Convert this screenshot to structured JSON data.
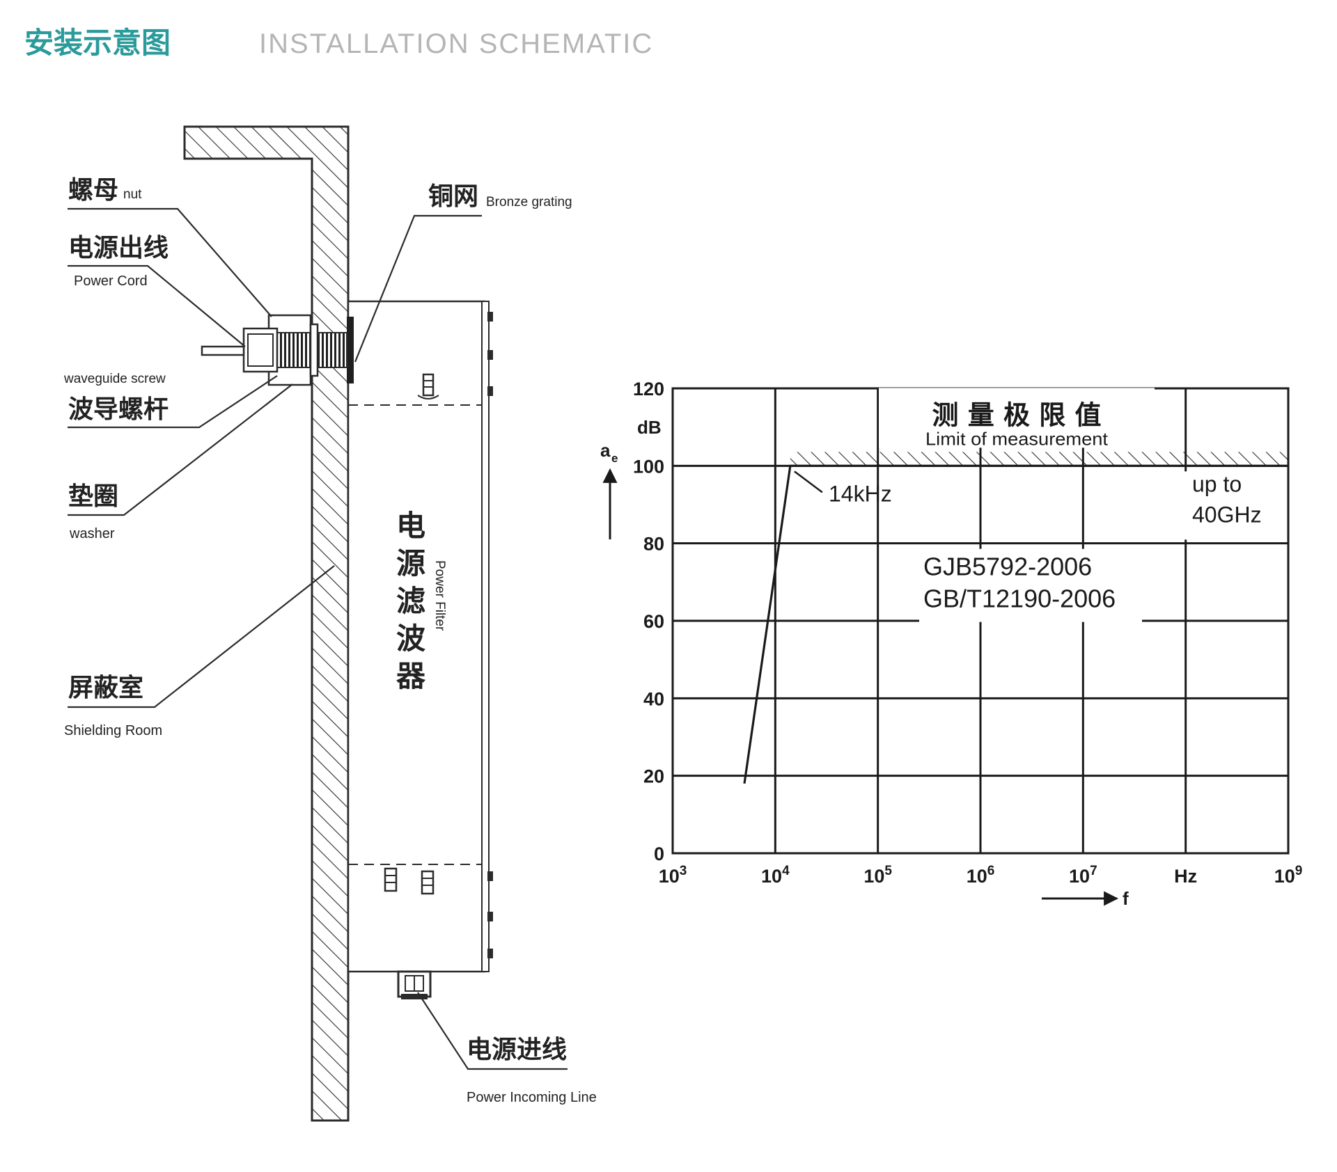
{
  "header": {
    "title_cn": "安装示意图",
    "title_en": "INSTALLATION SCHEMATIC",
    "accent_color": "#2a9a9a",
    "subtitle_color": "#b5b5b5"
  },
  "schematic": {
    "labels": {
      "nut_cn": "螺母",
      "nut_en": "nut",
      "power_cord_cn": "电源出线",
      "power_cord_en": "Power Cord",
      "waveguide_en": "waveguide screw",
      "waveguide_cn": "波导螺杆",
      "washer_cn": "垫圈",
      "washer_en": "washer",
      "shielding_cn": "屏蔽室",
      "shielding_en": "Shielding Room",
      "bronze_cn": "铜网",
      "bronze_en": "Bronze grating",
      "incoming_cn": "电源进线",
      "incoming_en": "Power Incoming Line"
    },
    "filter": {
      "name_cn": [
        "电",
        "源",
        "滤",
        "波",
        "器"
      ],
      "name_en": "Power Filter"
    }
  },
  "chart_data": {
    "type": "line",
    "title": "测 量 极 限 值",
    "subtitle": "Limit of measurement",
    "ylabel": "a",
    "ylabel_sub": "e",
    "yunit": "dB",
    "xlabel": "f",
    "xunit": "Hz",
    "xscale": "log",
    "xlim": [
      1000,
      1000000000
    ],
    "ylim": [
      0,
      120
    ],
    "y_ticks": [
      "0",
      "20",
      "40",
      "60",
      "80",
      "100",
      "120"
    ],
    "x_ticks": [
      {
        "base": "10",
        "exp": "3"
      },
      {
        "base": "10",
        "exp": "4"
      },
      {
        "base": "10",
        "exp": "5"
      },
      {
        "base": "10",
        "exp": "6"
      },
      {
        "base": "10",
        "exp": "7"
      },
      {
        "base": "Hz",
        "exp": ""
      },
      {
        "base": "10",
        "exp": "9"
      }
    ],
    "grid": true,
    "series": [
      {
        "name": "",
        "x": [
          5000,
          14000,
          1000000000
        ],
        "y": [
          18,
          100,
          100
        ]
      }
    ],
    "annotations": {
      "knee": "14kHz",
      "upper": [
        "up to",
        "40GHz"
      ],
      "standards": [
        "GJB5792-2006",
        "GB/T12190-2006"
      ]
    }
  }
}
